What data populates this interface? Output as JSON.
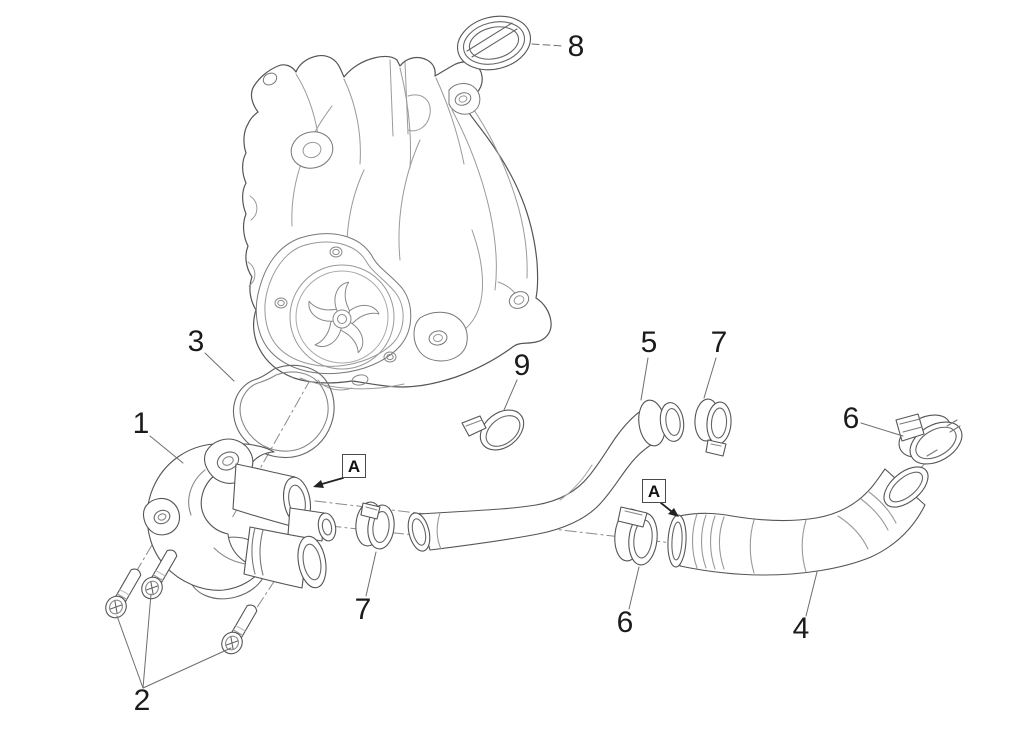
{
  "figure": {
    "type": "exploded-parts-diagram",
    "background_color": "#ffffff",
    "line_color": "#555555",
    "centerline_color": "#8a8a8a",
    "label_color": "#1b1b1b",
    "callouts": [
      {
        "id": "part-1",
        "label": "1"
      },
      {
        "id": "part-2",
        "label": "2"
      },
      {
        "id": "part-3",
        "label": "3"
      },
      {
        "id": "part-4",
        "label": "4"
      },
      {
        "id": "part-5",
        "label": "5"
      },
      {
        "id": "part-6-right",
        "label": "6"
      },
      {
        "id": "part-6-middle",
        "label": "6"
      },
      {
        "id": "part-7-top",
        "label": "7"
      },
      {
        "id": "part-7-left",
        "label": "7"
      },
      {
        "id": "part-8",
        "label": "8"
      },
      {
        "id": "part-9",
        "label": "9"
      }
    ],
    "detail_markers": [
      {
        "id": "detail-a-pump",
        "label": "A"
      },
      {
        "id": "detail-a-hose",
        "label": "A"
      }
    ]
  }
}
